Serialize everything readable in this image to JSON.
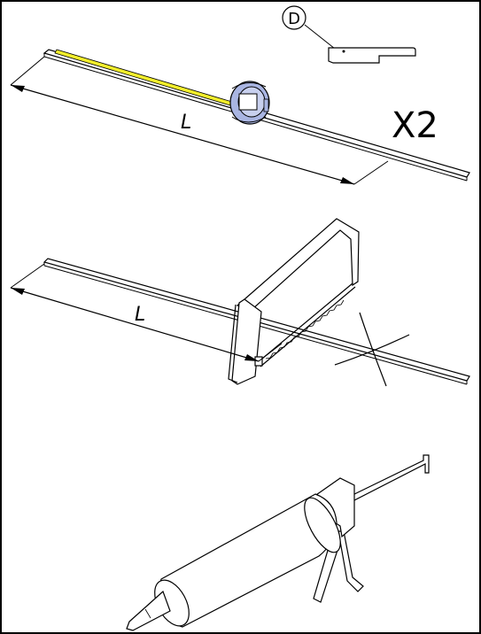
{
  "callout": {
    "letter": "D"
  },
  "quantity": "X2",
  "dimension_label_top": "L",
  "dimension_label_middle": "L",
  "colors": {
    "tape": "#f2ee2c",
    "tape_case": "#a9b5e2",
    "line": "#000000",
    "frame": "#000000"
  }
}
